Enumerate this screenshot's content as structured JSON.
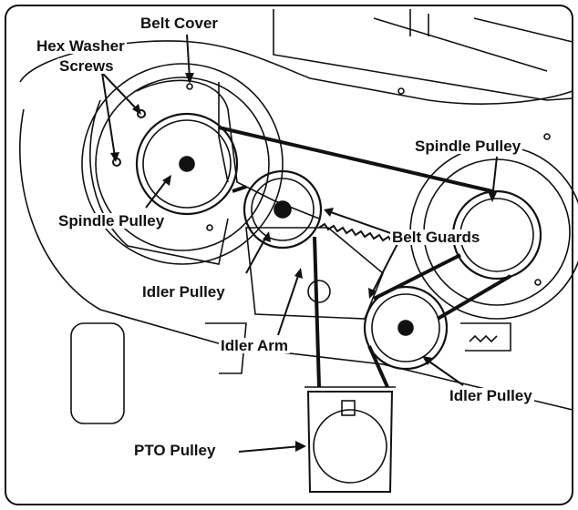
{
  "labels": {
    "belt_cover": "Belt Cover",
    "hex_washer": "Hex Washer",
    "screws": "Screws",
    "spindle_pulley_left": "Spindle Pulley",
    "spindle_pulley_right": "Spindle Pulley",
    "belt_guards": "Belt Guards",
    "idler_pulley_left": "Idler Pulley",
    "idler_arm": "Idler Arm",
    "idler_pulley_right": "Idler Pulley",
    "pto_pulley": "PTO Pulley"
  },
  "colors": {
    "line": "#111111",
    "background": "#ffffff"
  }
}
